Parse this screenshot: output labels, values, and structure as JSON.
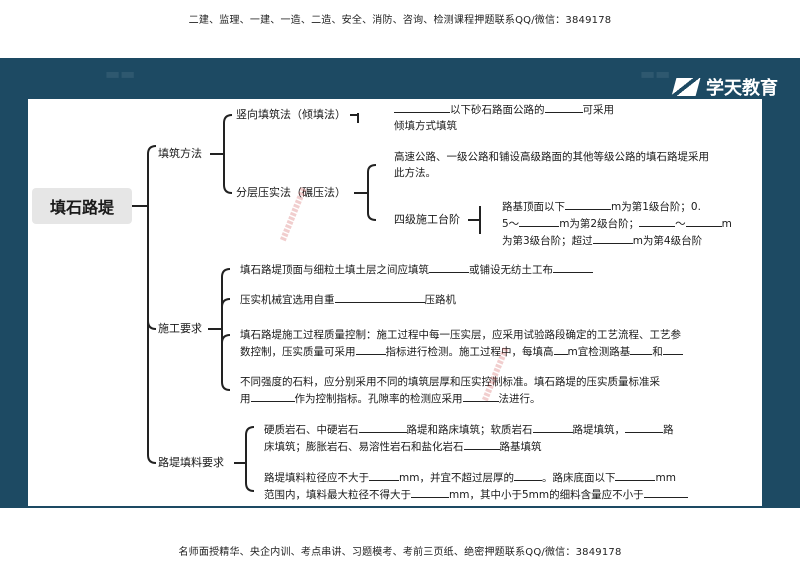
{
  "header_note": "二建、监理、一建、一造、二造、安全、消防、咨询、检测课程押题联系QQ/微信：3849178",
  "footer_note": "名师面授精华、央企内训、考点串讲、习题模考、考前三页纸、绝密押题联系QQ/微信：3849178",
  "logo": {
    "text": "学天教育",
    "icon": "xuetian-logo-icon"
  },
  "mindmap": {
    "root": "填石路堤",
    "branches": {
      "fill_method": {
        "label": "填筑方法",
        "vertical": {
          "label": "竖向填筑法（倾填法）",
          "text_a": "以下砂石路面公路的",
          "text_b": "可采用",
          "text_c": "倾填方式填筑"
        },
        "layered": {
          "label": "分层压实法（碾压法）",
          "desc_1": "高速公路、一级公路和铺设高级路面的其他等级公路的填石路堤采用",
          "desc_2": "此方法。",
          "steps": {
            "label": "四级施工台阶",
            "l1a": "路基顶面以下",
            "l1b": "m为第1级台阶；0.",
            "l2a": "5～",
            "l2b": "m为第2级台阶；",
            "l2c": "～",
            "l2d": "m",
            "l3a": "为第3级台阶；超过",
            "l3b": "m为第4级台阶"
          }
        }
      },
      "construction": {
        "label": "施工要求",
        "item1a": "填石路堤顶面与细粒土填土层之间应填筑",
        "item1b": "或铺设无纺土工布",
        "item2a": "压实机械宜选用自重",
        "item2b": "压路机",
        "item3_1": "填石路堤施工过程质量控制：施工过程中每一压实层，应采用试验路段确定的工艺流程、工艺参",
        "item3_2a": "数控制，压实质量可采用",
        "item3_2b": "指标进行检测。施工过程中，每填高",
        "item3_2c": "m宜检测路基",
        "item3_2d": "和",
        "item4_1": "不同强度的石料，应分别采用不同的填筑层厚和压实控制标准。填石路堤的压实质量标准采",
        "item4_2a": "用",
        "item4_2b": "作为控制指标。孔隙率的检测应采用",
        "item4_2c": "法进行。"
      },
      "material": {
        "label": "路堤填料要求",
        "p1_1a": "硬质岩石、中硬岩石",
        "p1_1b": "路堤和路床填筑；软质岩石",
        "p1_1c": "路堤填筑，",
        "p1_1d": "路",
        "p1_2a": "床填筑；膨胀岩石、易溶性岩石和盐化岩石",
        "p1_2b": "路基填筑",
        "p2_1a": "路堤填料粒径应不大于",
        "p2_1b": "mm，并宜不超过层厚的",
        "p2_1c": "。路床底面以下",
        "p2_1d": "mm",
        "p2_2a": "范围内，填料最大粒径不得大于",
        "p2_2b": "mm，其中小于5mm的细料含量应不小于"
      }
    }
  }
}
